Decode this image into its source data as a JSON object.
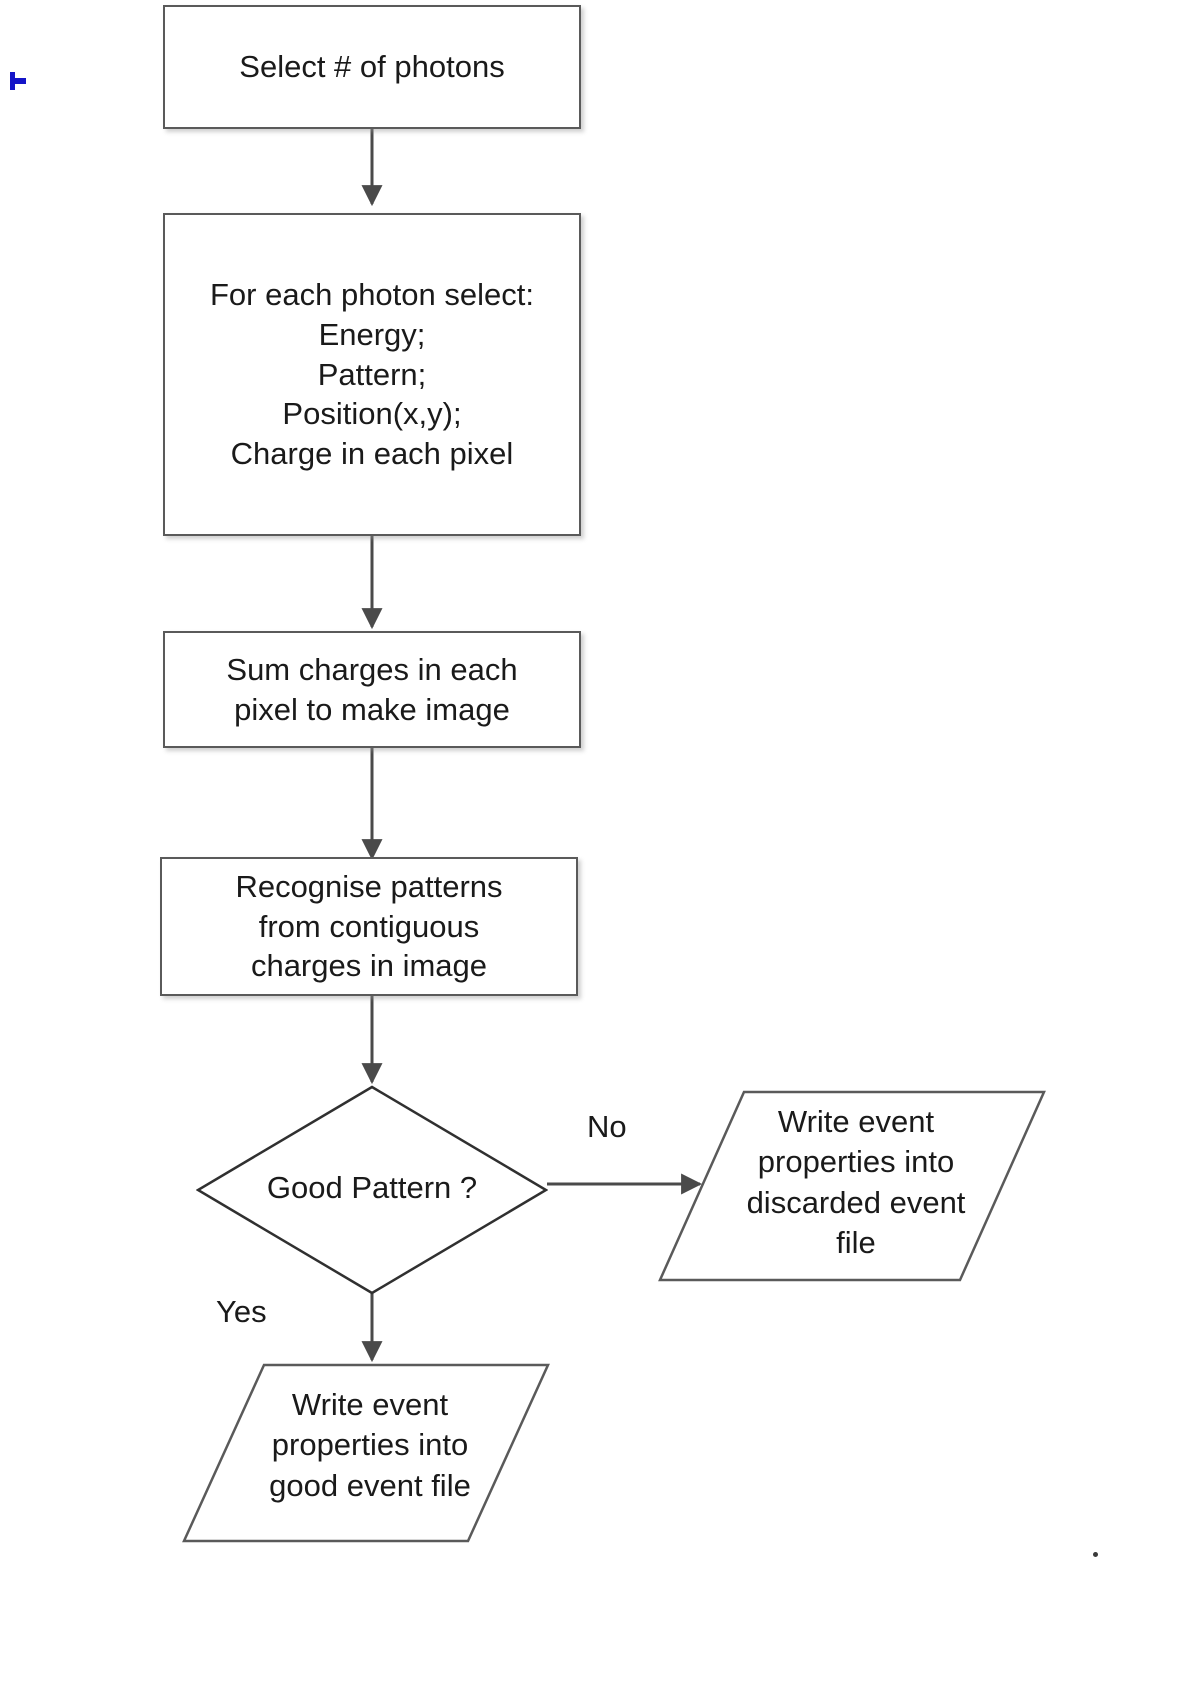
{
  "diagram": {
    "title": "Photon event simulation and pattern recognition flowchart",
    "type": "flowchart",
    "orientation": "top-to-bottom",
    "colors": {
      "box_border": "#5a5a5a",
      "diamond_border": "#303030",
      "parallelogram_border": "#5a5a5a",
      "connector": "#4a4a4a",
      "text": "#1a1a1a",
      "background": "#ffffff",
      "artifact": "#1414c8"
    },
    "nodes": [
      {
        "id": "select-photons",
        "shape": "process",
        "text": "Select # of photons"
      },
      {
        "id": "for-each-photon",
        "shape": "process",
        "text": "For each photon select:\nEnergy;\nPattern;\nPosition(x,y);\nCharge in each pixel"
      },
      {
        "id": "sum-charges",
        "shape": "process",
        "text": "Sum charges in each\npixel to make image"
      },
      {
        "id": "recognise-patterns",
        "shape": "process",
        "text": "Recognise patterns\nfrom contiguous\ncharges in image"
      },
      {
        "id": "good-pattern",
        "shape": "decision",
        "text": "Good Pattern ?"
      },
      {
        "id": "discarded-event-file",
        "shape": "data",
        "text": "Write event\nproperties into\ndiscarded event\nfile"
      },
      {
        "id": "good-event-file",
        "shape": "data",
        "text": "Write event\nproperties into\ngood event file"
      }
    ],
    "edges": [
      {
        "from": "select-photons",
        "to": "for-each-photon",
        "label": ""
      },
      {
        "from": "for-each-photon",
        "to": "sum-charges",
        "label": ""
      },
      {
        "from": "sum-charges",
        "to": "recognise-patterns",
        "label": ""
      },
      {
        "from": "recognise-patterns",
        "to": "good-pattern",
        "label": ""
      },
      {
        "from": "good-pattern",
        "to": "discarded-event-file",
        "label": "No"
      },
      {
        "from": "good-pattern",
        "to": "good-event-file",
        "label": "Yes"
      }
    ],
    "edge_labels": {
      "no": "No",
      "yes": "Yes"
    }
  }
}
